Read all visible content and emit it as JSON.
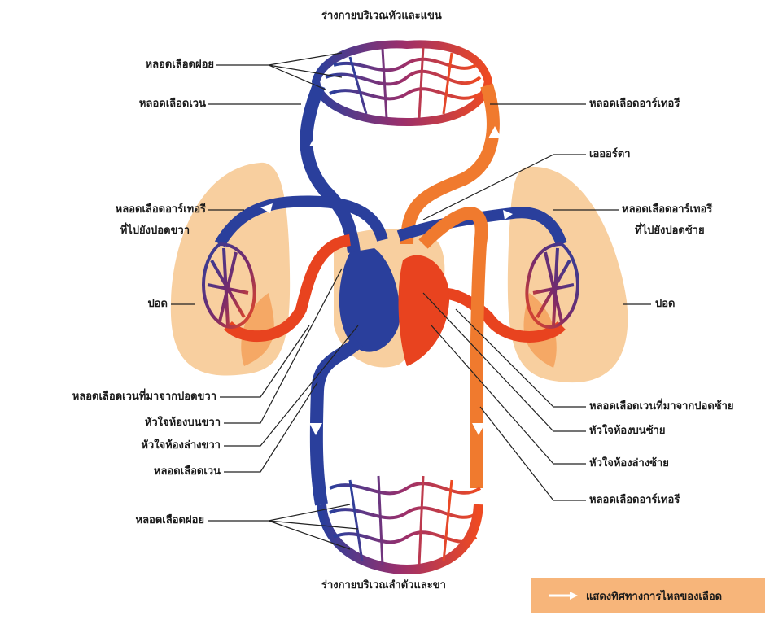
{
  "titles": {
    "top": "ร่างกายบริเวณหัวและแขน",
    "bottom": "ร่างกายบริเวณลำตัวและขา"
  },
  "labels_left": {
    "capillary_top": "หลอดเลือดฝอย",
    "vein_top": "หลอดเลือดเวน",
    "pulmonary_artery_right_1": "หลอดเลือดอาร์เทอรี",
    "pulmonary_artery_right_2": "ที่ไปยังปอดขวา",
    "lung": "ปอด",
    "pulmonary_vein_right": "หลอดเลือดเวนที่มาจากปอดขวา",
    "right_atrium": "หัวใจห้องบนขวา",
    "right_ventricle": "หัวใจห้องล่างขวา",
    "vein_bottom": "หลอดเลือดเวน",
    "capillary_bottom": "หลอดเลือดฝอย"
  },
  "labels_right": {
    "artery_top": "หลอดเลือดอาร์เทอรี",
    "aorta": "เอออร์ตา",
    "pulmonary_artery_left_1": "หลอดเลือดอาร์เทอรี",
    "pulmonary_artery_left_2": "ที่ไปยังปอดซ้าย",
    "lung": "ปอด",
    "pulmonary_vein_left": "หลอดเลือดเวนที่มาจากปอดซ้าย",
    "left_atrium": "หัวใจห้องบนซ้าย",
    "left_ventricle": "หัวใจห้องล่างซ้าย",
    "artery_bottom": "หลอดเลือดอาร์เทอรี"
  },
  "legend": {
    "text": "แสดงทิศทางการไหลของเลือด"
  },
  "colors": {
    "vein_blue": "#2a3f9c",
    "artery_red": "#e8431f",
    "artery_orange": "#f07a2e",
    "lung_fill": "#f8cf9f",
    "legend_bg": "#f7b57a"
  }
}
